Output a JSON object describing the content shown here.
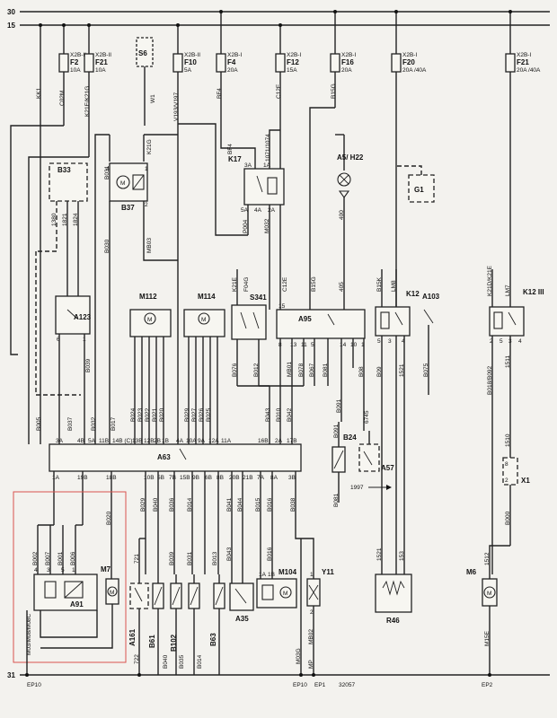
{
  "rails": {
    "r30": "30",
    "r15": "15",
    "r31": "31"
  },
  "earth_points": {
    "ep10_left": "EP10",
    "ep10_mid": "EP10",
    "ep1": "EP1",
    "ep2": "EP2",
    "ref": "32057"
  },
  "fuses": [
    {
      "id": "F2",
      "holder": "X2B-II",
      "rating": "10A"
    },
    {
      "id": "F21",
      "holder": "X2B-II",
      "rating": "10A"
    },
    {
      "id": "F10",
      "holder": "X2B-II",
      "rating": "5A"
    },
    {
      "id": "F4",
      "holder": "X2B-I",
      "rating": "20A"
    },
    {
      "id": "F12",
      "holder": "X2B-I",
      "rating": "15A"
    },
    {
      "id": "F16",
      "holder": "X2B-I",
      "rating": "20A"
    },
    {
      "id": "F20",
      "holder": "X2B-I",
      "rating": "20A /40A"
    },
    {
      "id": "F21b",
      "holder": "X2B-I",
      "rating": "20A /40A"
    }
  ],
  "components": {
    "s6": "S6",
    "b33": "B33",
    "b37": "B37",
    "k17": "K17",
    "a5": "A5/ H22",
    "g1": "G1",
    "a123": "A123",
    "m112": "M112",
    "m114": "M114",
    "s341": "S341",
    "a95": "A95",
    "k12": "K12",
    "a103": "A103",
    "k12b": "K12 III",
    "a63": "A63",
    "b24": "B24",
    "a57": "A57",
    "x1": "X1",
    "m7": "M7",
    "a91": "A91",
    "a161": "A161",
    "b61": "B61",
    "b102": "B102",
    "b63": "B63",
    "a35": "A35",
    "m104": "M104",
    "y11": "Y11",
    "r46": "R46",
    "m6": "M6"
  },
  "notes": {
    "year": "1997",
    "bottom_label": "M03/M08/M08C"
  },
  "top_wires": [
    "KK1",
    "C02M",
    "K21E/K21G",
    "W1",
    "V193/V197",
    "BF4",
    "C12E",
    "B15G"
  ],
  "b33_wires": [
    "1380",
    "1821",
    "1824"
  ],
  "b37_wires": [
    "B031",
    "K21G",
    "B030",
    "MB03"
  ],
  "k17_wires": [
    "BF4",
    "1071/1074",
    "P004",
    "M032"
  ],
  "a5_wire": "400",
  "a95_wires": [
    "K21E",
    "F04G",
    "C12E",
    "B15G",
    "405",
    "B15K",
    "LM8",
    "B076",
    "B012",
    "MB01",
    "B078",
    "B067",
    "B081",
    "B091",
    "B08",
    "B09",
    "1521",
    "B075",
    "6745",
    "B081"
  ],
  "k12b_wires": [
    "K21D/K21E",
    "LM7",
    "B018/B092",
    "1511",
    "1510",
    "B000"
  ],
  "a63_top_wires": [
    "B005",
    "B037",
    "B039",
    "B032",
    "B017",
    "B024",
    "B023",
    "B022",
    "B021",
    "B020",
    "B029",
    "B027",
    "B026",
    "B025",
    "B043",
    "B010",
    "B042"
  ],
  "a63_top_pins": [
    "3A",
    "4B",
    "5A",
    "11B",
    "14B (C)",
    "13B",
    "12B",
    "2B",
    "1B",
    "4A",
    "10A",
    "9A",
    "12A",
    "11A",
    "16B",
    "2A",
    "17B"
  ],
  "a63_bottom_pins": [
    "1A",
    "19B",
    "18B",
    "10B",
    "5B",
    "7B",
    "15B",
    "9B",
    "6B",
    "8B",
    "20B",
    "21B",
    "7A",
    "8A",
    "3B"
  ],
  "a63_bottom_wires": [
    "B020",
    "B029",
    "B040",
    "B036",
    "B014",
    "B041",
    "B044",
    "B015",
    "B016",
    "B038"
  ],
  "a91_wires": [
    "B002",
    "B007",
    "B001",
    "B006"
  ],
  "bottom_wires": [
    "721",
    "722",
    "B040",
    "B039",
    "B035",
    "B031",
    "B014",
    "B013",
    "B043",
    "B016",
    "M03G",
    "MB02",
    "MP",
    "1521",
    "153",
    "1512",
    "M15E"
  ],
  "pins": {
    "one": "1",
    "two": "2",
    "three": "3",
    "four": "4",
    "five": "5",
    "six": "6",
    "eight": "8",
    "ten": "10",
    "eleven": "11",
    "thirteen": "13",
    "fourteen": "14",
    "fifteen": "15",
    "p2a": "2A",
    "p3a": "3A",
    "p4a": "4A",
    "p5a": "5A",
    "p1a": "1A",
    "p1b": "1B"
  }
}
